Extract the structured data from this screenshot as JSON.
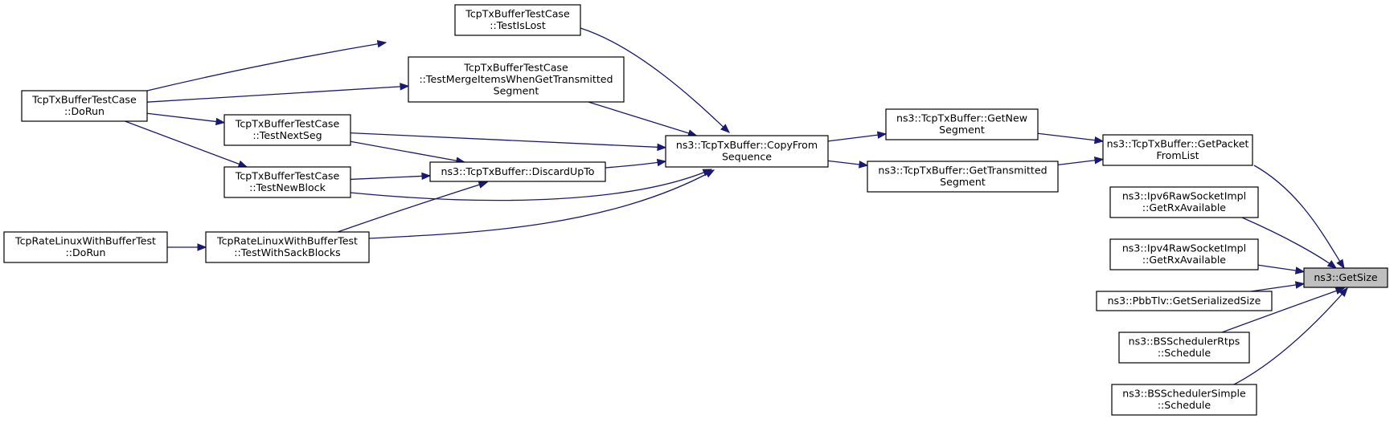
{
  "colors": {
    "edge": "#191970",
    "focus_fill": "#bfbfbf",
    "box_fill": "#ffffff",
    "box_stroke": "#000000"
  },
  "nodes": [
    {
      "id": "getsize",
      "lines": [
        "ns3::GetSize"
      ],
      "focus": true
    },
    {
      "id": "getpacketfromlist",
      "lines": [
        "ns3::TcpTxBuffer::GetPacket",
        "FromList"
      ]
    },
    {
      "id": "ipv6raw",
      "lines": [
        "ns3::Ipv6RawSocketImpl",
        "::GetRxAvailable"
      ]
    },
    {
      "id": "ipv4raw",
      "lines": [
        "ns3::Ipv4RawSocketImpl",
        "::GetRxAvailable"
      ]
    },
    {
      "id": "pbbtlv",
      "lines": [
        "ns3::PbbTlv::GetSerializedSize"
      ]
    },
    {
      "id": "bsrtps",
      "lines": [
        "ns3::BSSchedulerRtps",
        "::Schedule"
      ]
    },
    {
      "id": "bssimple",
      "lines": [
        "ns3::BSSchedulerSimple",
        "::Schedule"
      ]
    },
    {
      "id": "getnewseg",
      "lines": [
        "ns3::TcpTxBuffer::GetNew",
        "Segment"
      ]
    },
    {
      "id": "gettransseg",
      "lines": [
        "ns3::TcpTxBuffer::GetTransmitted",
        "Segment"
      ]
    },
    {
      "id": "copyfromseq",
      "lines": [
        "ns3::TcpTxBuffer::CopyFrom",
        "Sequence"
      ]
    },
    {
      "id": "testislost",
      "lines": [
        "TcpTxBufferTestCase",
        "::TestIsLost"
      ]
    },
    {
      "id": "testmerge",
      "lines": [
        "TcpTxBufferTestCase",
        "::TestMergeItemsWhenGetTransmitted",
        "Segment"
      ]
    },
    {
      "id": "testnextseg",
      "lines": [
        "TcpTxBufferTestCase",
        "::TestNextSeg"
      ]
    },
    {
      "id": "discardupto",
      "lines": [
        "ns3::TcpTxBuffer::DiscardUpTo"
      ]
    },
    {
      "id": "testnewblock",
      "lines": [
        "TcpTxBufferTestCase",
        "::TestNewBlock"
      ]
    },
    {
      "id": "testsack",
      "lines": [
        "TcpRateLinuxWithBufferTest",
        "::TestWithSackBlocks"
      ]
    },
    {
      "id": "txdorun",
      "lines": [
        "TcpTxBufferTestCase",
        "::DoRun"
      ]
    },
    {
      "id": "ratedorun",
      "lines": [
        "TcpRateLinuxWithBufferTest",
        "::DoRun"
      ]
    }
  ],
  "edges": [
    {
      "from": "getpacketfromlist",
      "to": "getsize"
    },
    {
      "from": "ipv6raw",
      "to": "getsize"
    },
    {
      "from": "ipv4raw",
      "to": "getsize"
    },
    {
      "from": "pbbtlv",
      "to": "getsize"
    },
    {
      "from": "bsrtps",
      "to": "getsize"
    },
    {
      "from": "bssimple",
      "to": "getsize"
    },
    {
      "from": "getnewseg",
      "to": "getpacketfromlist"
    },
    {
      "from": "gettransseg",
      "to": "getpacketfromlist"
    },
    {
      "from": "copyfromseq",
      "to": "getnewseg"
    },
    {
      "from": "copyfromseq",
      "to": "gettransseg"
    },
    {
      "from": "testislost",
      "to": "copyfromseq"
    },
    {
      "from": "testmerge",
      "to": "copyfromseq"
    },
    {
      "from": "testnextseg",
      "to": "copyfromseq"
    },
    {
      "from": "discardupto",
      "to": "copyfromseq"
    },
    {
      "from": "testnewblock",
      "to": "copyfromseq"
    },
    {
      "from": "testsack",
      "to": "copyfromseq"
    },
    {
      "from": "testnextseg",
      "to": "discardupto"
    },
    {
      "from": "testnewblock",
      "to": "discardupto"
    },
    {
      "from": "testsack",
      "to": "discardupto"
    },
    {
      "from": "txdorun",
      "to": "testislost"
    },
    {
      "from": "txdorun",
      "to": "testmerge"
    },
    {
      "from": "txdorun",
      "to": "testnextseg"
    },
    {
      "from": "txdorun",
      "to": "testnewblock"
    },
    {
      "from": "ratedorun",
      "to": "testsack"
    }
  ]
}
